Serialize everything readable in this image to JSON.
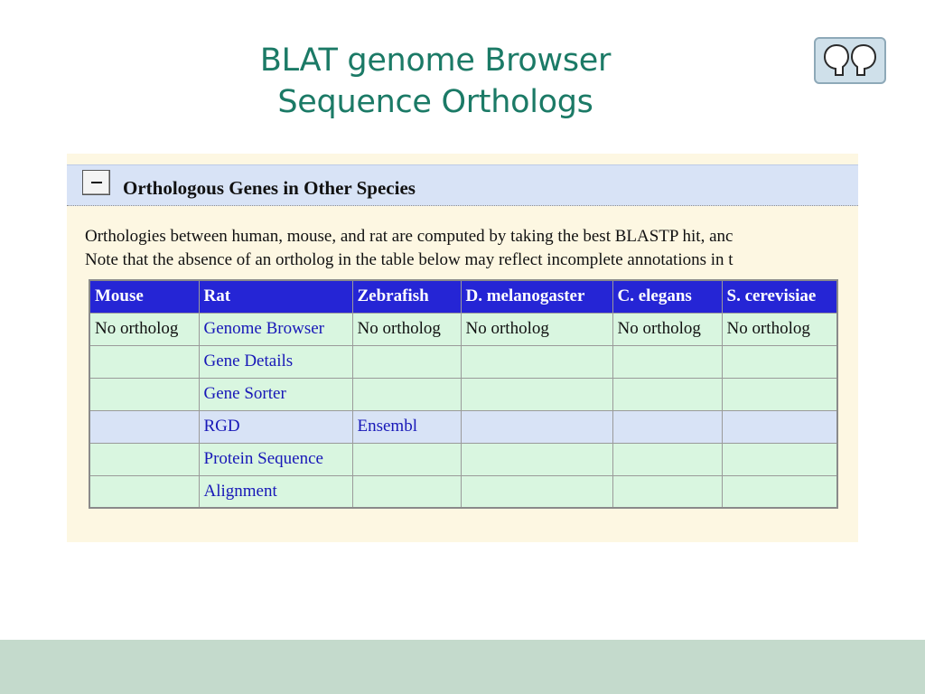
{
  "slide": {
    "title_line1": "BLAT genome Browser",
    "title_line2": "Sequence Orthologs",
    "logo_icon": "two-heads-icon"
  },
  "section": {
    "title": "Orthologous Genes in Other Species",
    "toggle_label": "collapse",
    "intro_line1": "Orthologies between human, mouse, and rat are computed by taking the best BLASTP hit, anc",
    "intro_line2": "Note that the absence of an ortholog in the table below may reflect incomplete annotations in t"
  },
  "table": {
    "headers": [
      "Mouse",
      "Rat",
      "Zebrafish",
      "D. melanogaster",
      "C. elegans",
      "S. cerevisiae"
    ],
    "rows": [
      [
        "No ortholog",
        "Genome Browser",
        "No ortholog",
        "No ortholog",
        "No ortholog",
        "No ortholog"
      ],
      [
        "",
        "Gene Details",
        "",
        "",
        "",
        ""
      ],
      [
        "",
        "Gene Sorter",
        "",
        "",
        "",
        ""
      ],
      [
        "",
        "RGD",
        "Ensembl",
        "",
        "",
        ""
      ],
      [
        "",
        "Protein Sequence",
        "",
        "",
        "",
        ""
      ],
      [
        "",
        "Alignment",
        "",
        "",
        "",
        ""
      ]
    ]
  },
  "colors": {
    "title": "#1b7a66",
    "header_bg": "#2525d5",
    "row_bg": "#d9f6e0",
    "highlight_row_bg": "#d8e3f6",
    "link": "#1818b8",
    "section_bar": "#d8e3f6",
    "screenshot_bg": "#fdf7e2",
    "footer": "#c4dacc"
  }
}
